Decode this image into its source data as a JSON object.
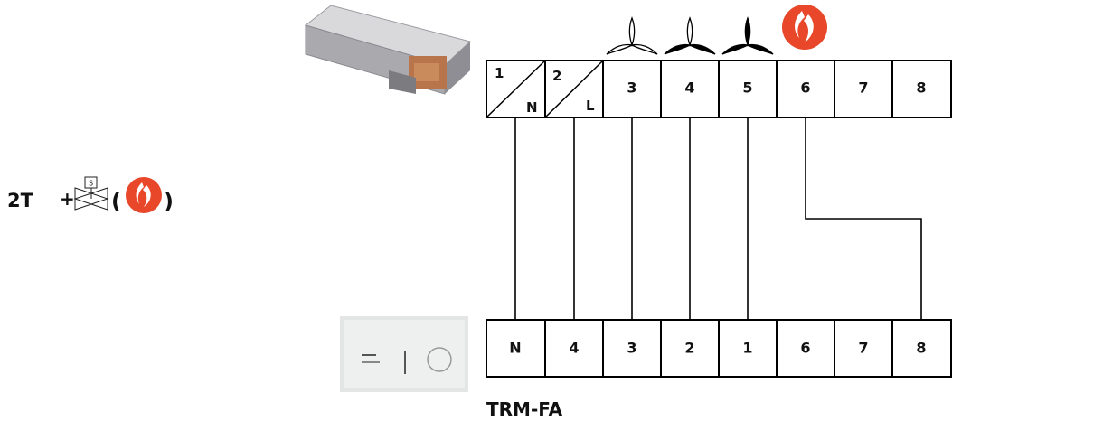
{
  "top_terminals": [
    {
      "num": "1",
      "sub": "N"
    },
    {
      "num": "2",
      "sub": "L"
    },
    {
      "num": "3",
      "sub": ""
    },
    {
      "num": "4",
      "sub": ""
    },
    {
      "num": "5",
      "sub": ""
    },
    {
      "num": "6",
      "sub": ""
    },
    {
      "num": "7",
      "sub": ""
    },
    {
      "num": "8",
      "sub": ""
    }
  ],
  "bottom_terminals": [
    "N",
    "4",
    "3",
    "2",
    "1",
    "6",
    "7",
    "8"
  ],
  "fan_speed_icons": [
    "fan-low-icon",
    "fan-medium-icon",
    "fan-high-icon"
  ],
  "heat_icon": "flame-icon",
  "config": {
    "prefix": "2T",
    "plus": "+",
    "paren_open": "(",
    "paren_close": ")",
    "valve_letter": "S"
  },
  "thermostat_model": "TRM-FA",
  "colors": {
    "flame": "#e8472a",
    "line": "#000000"
  }
}
